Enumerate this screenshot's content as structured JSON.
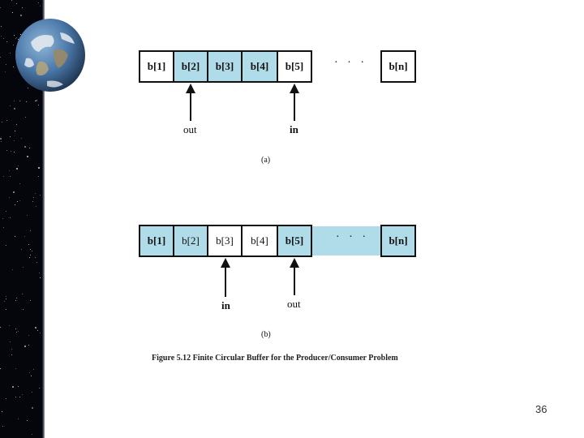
{
  "diagram_a": {
    "cells": [
      "b[1]",
      "b[2]",
      "b[3]",
      "b[4]",
      "b[5]",
      "b[n]"
    ],
    "dots": "· · ·",
    "pointer_out": "out",
    "pointer_in": "in",
    "caption": "(a)"
  },
  "diagram_b": {
    "cells": [
      "b[1]",
      "b[2]",
      "b[3]",
      "b[4]",
      "b[5]",
      "b[n]"
    ],
    "dots": "· · ·",
    "pointer_in": "in",
    "pointer_out": "out",
    "caption": "(b)"
  },
  "figure_caption": "Figure 5.12   Finite Circular Buffer for the Producer/Consumer Problem",
  "page_number": "36",
  "colors": {
    "highlight": "#b0dcea",
    "border": "#111111"
  }
}
